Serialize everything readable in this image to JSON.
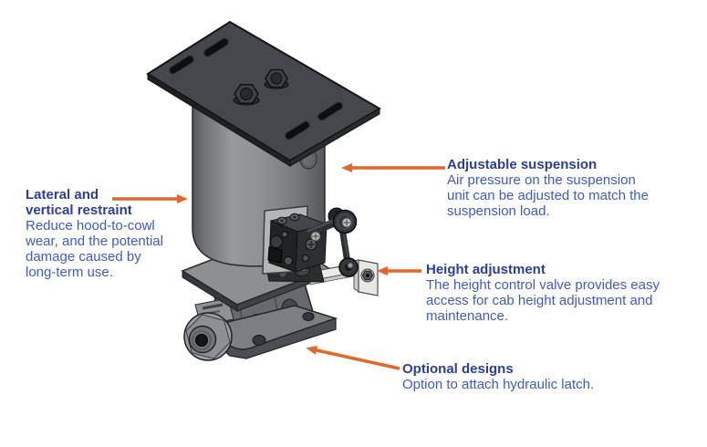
{
  "annotations": [
    {
      "id": "lateral-restraint",
      "heading": "Lateral and\nvertical restraint",
      "body": "Reduce hood-to-cowl\nwear, and the potential\ndamage caused by\nlong-term use."
    },
    {
      "id": "adjustable-suspension",
      "heading": "Adjustable suspension",
      "body": "Air pressure on the suspension\nunit can be adjusted to match the\nsuspension load."
    },
    {
      "id": "height-adjustment",
      "heading": "Height adjustment",
      "body": "The height control valve provides easy\naccess for cab height adjustment and\nmaintenance."
    },
    {
      "id": "optional-designs",
      "heading": "Optional designs",
      "body": "Option to attach hydraulic latch."
    }
  ],
  "colors": {
    "heading": "#2c3e9a",
    "body": "#3e5cc6",
    "arrow": "#e2672b",
    "background": "#ffffff"
  },
  "diagram": {
    "parts": [
      "top-mounting-plate",
      "air-spring-cylinder",
      "height-control-valve",
      "valve-lever-linkage",
      "valve-mounting-bracket",
      "lower-mounting-plate",
      "base-casting"
    ]
  }
}
